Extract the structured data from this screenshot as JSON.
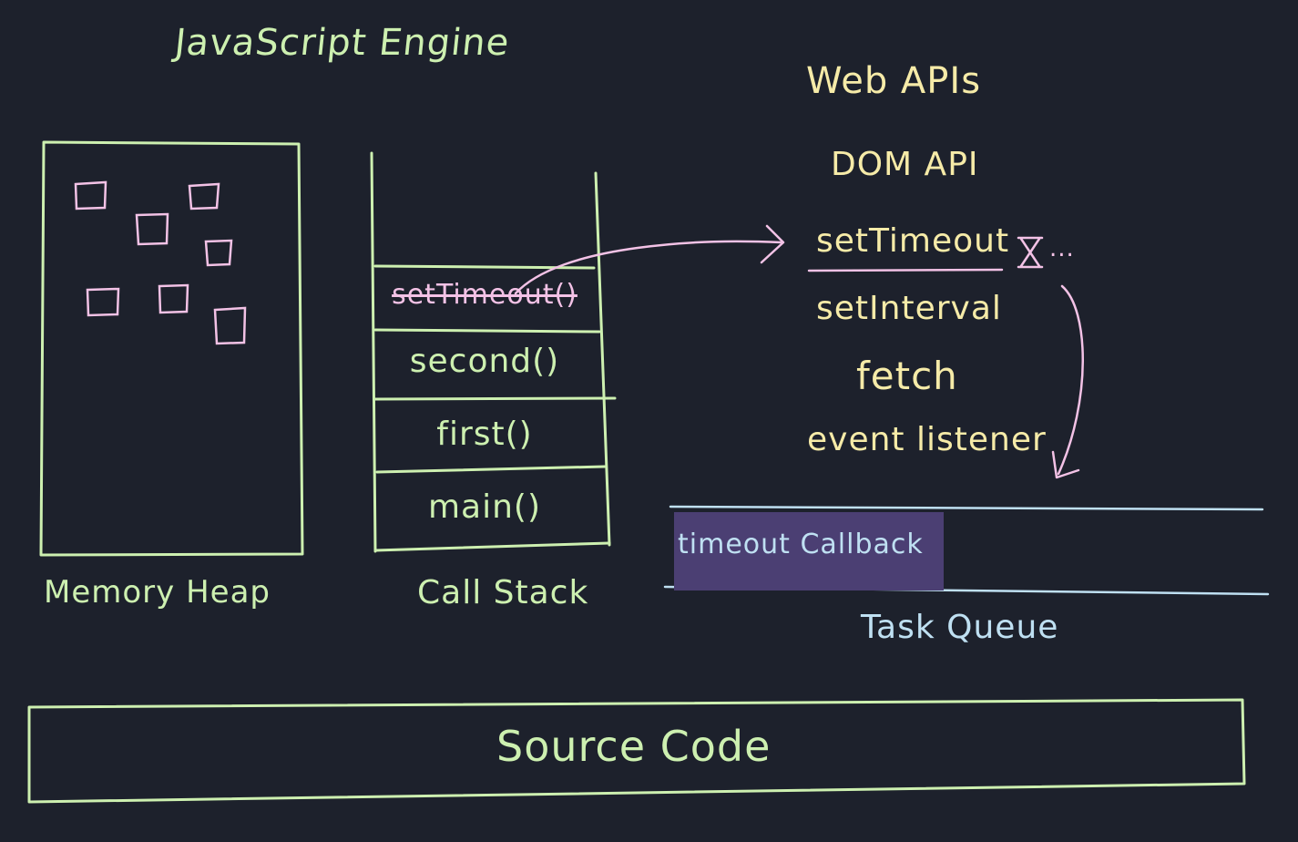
{
  "engine": {
    "title": "JavaScript Engine",
    "memory_heap_label": "Memory Heap",
    "call_stack_label": "Call Stack",
    "call_stack_frames": [
      "setTimeout()",
      "second()",
      "first()",
      "main()"
    ]
  },
  "web_apis": {
    "title": "Web APIs",
    "items": [
      "DOM API",
      "setTimeout",
      "setInterval",
      "fetch",
      "event listener"
    ],
    "timer_icon": "hourglass-icon",
    "timer_ellipsis": "..."
  },
  "task_queue": {
    "label": "Task Queue",
    "items": [
      "timeout Callback"
    ]
  },
  "source_code_label": "Source Code",
  "colors": {
    "background": "#1d212c",
    "engine_green": "#cdf0b0",
    "api_yellow": "#f6eba8",
    "arrow_pink": "#f3c2e6",
    "queue_blue": "#bfe0f2",
    "queue_item_fill": "#4b3f73"
  }
}
